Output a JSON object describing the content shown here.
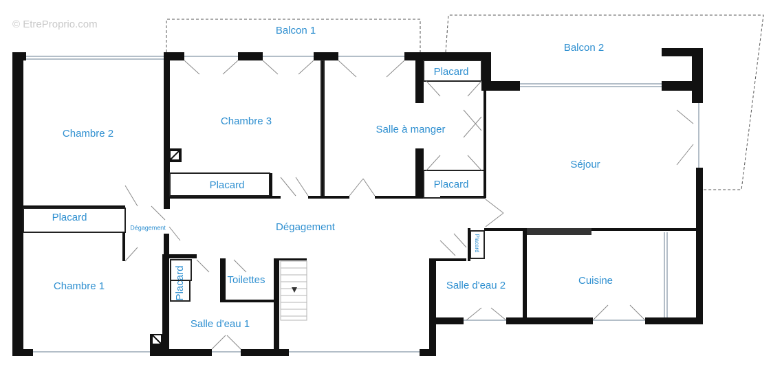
{
  "watermark": "© EtreProprio.com",
  "rooms": {
    "balcon1": "Balcon 1",
    "balcon2": "Balcon 2",
    "chambre2": "Chambre 2",
    "chambre3": "Chambre 3",
    "salle_a_manger": "Salle à manger",
    "placard_top": "Placard",
    "placard_sam": "Placard",
    "sejour": "Séjour",
    "placard_ch3": "Placard",
    "placard_left": "Placard",
    "degagement_small": "Dégagement",
    "degagement": "Dégagement",
    "placard_small_right": "Placard",
    "chambre1": "Chambre 1",
    "placard_vertical": "Placard",
    "toilettes": "Toilettes",
    "salle_eau1": "Salle d'eau 1",
    "salle_eau2": "Salle d'eau 2",
    "cuisine": "Cuisine"
  },
  "colors": {
    "label": "#2e8fd0",
    "wall": "#111111",
    "window": "#9aa8b5"
  }
}
